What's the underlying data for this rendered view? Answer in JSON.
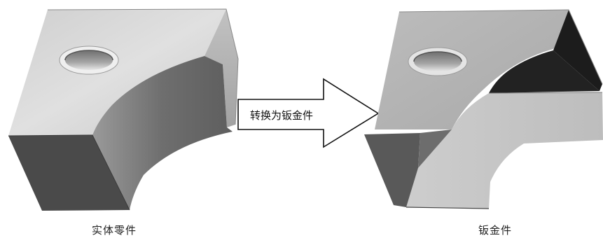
{
  "figure": {
    "left_caption": "实体零件",
    "right_caption": "钣金件",
    "arrow_label": "转换为钣金件"
  },
  "colors": {
    "top_face": "#d9d9d9",
    "hole_dark": "#8c8c8c",
    "curved_face": "#7a7a7a",
    "right_face": "#b3b3b3",
    "front_face": "#4d4d4d",
    "sheet_dark": "#1e1e1e",
    "sheet_light": "#c8c8c8",
    "arrow_fill": "#ffffff",
    "arrow_stroke": "#111111"
  }
}
